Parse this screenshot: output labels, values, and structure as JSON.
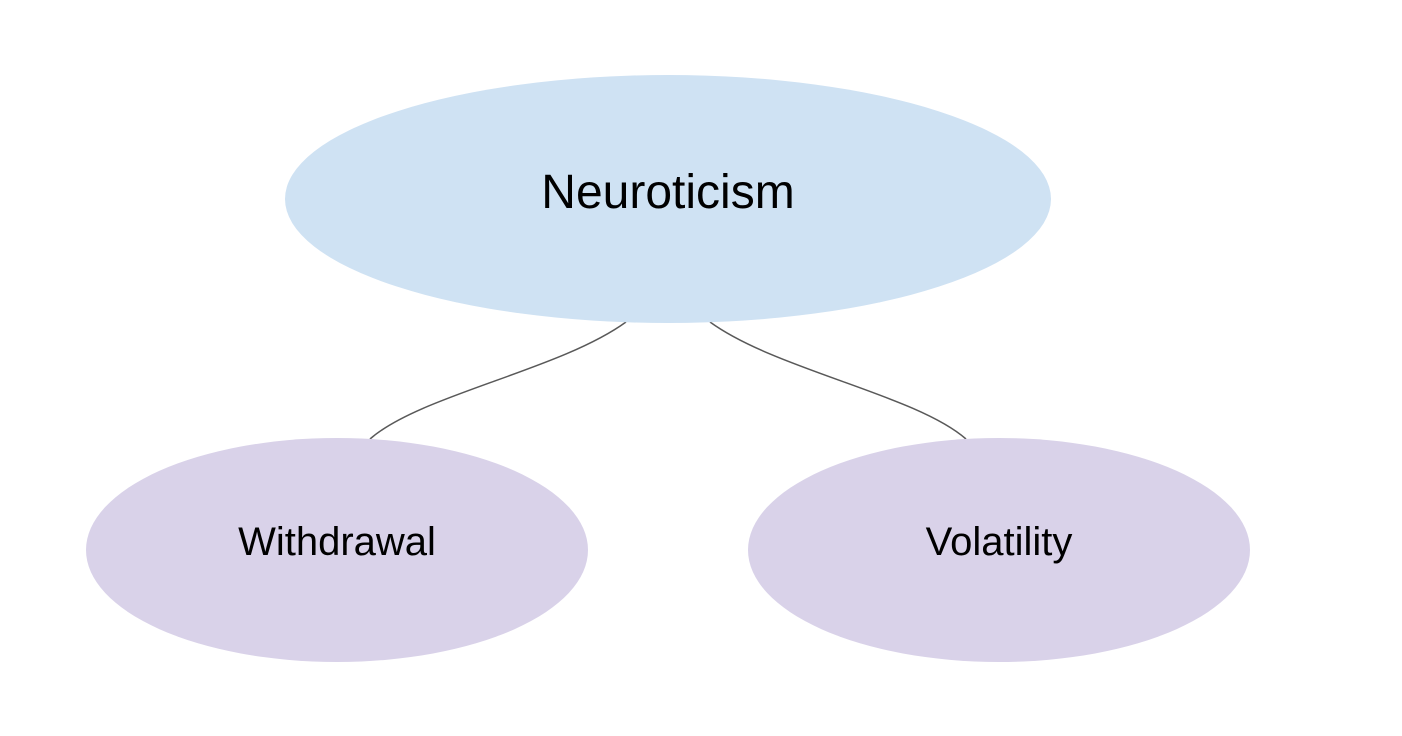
{
  "diagram": {
    "root": {
      "label": "Neuroticism",
      "fill": "#cfe2f3"
    },
    "children": [
      {
        "label": "Withdrawal",
        "fill": "#d9d2e9"
      },
      {
        "label": "Volatility",
        "fill": "#d9d2e9"
      }
    ],
    "connector_color": "#595959"
  }
}
